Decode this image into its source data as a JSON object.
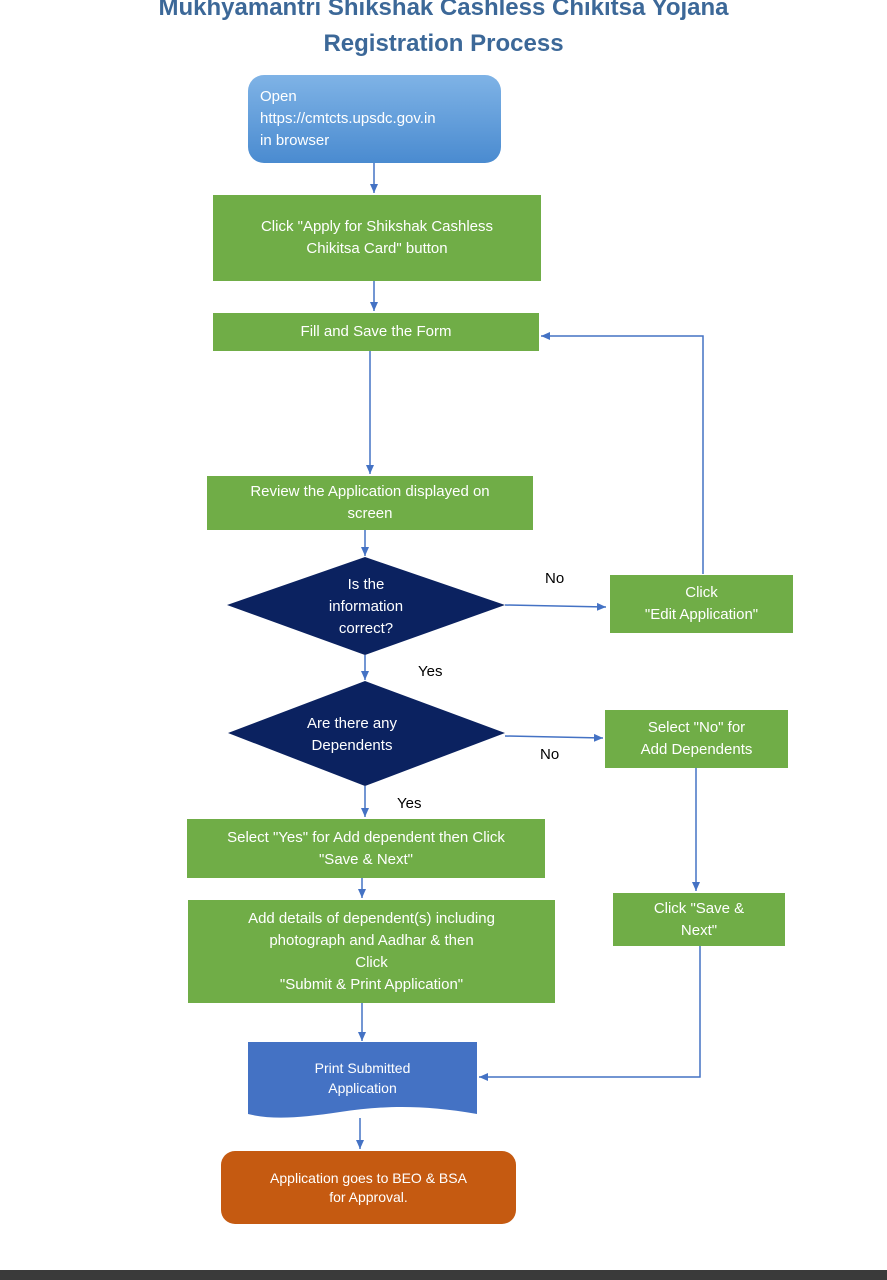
{
  "title": {
    "line1": "Mukhyamantri Shikshak Cashless Chikitsa Yojana",
    "line2": "Registration Process"
  },
  "nodes": {
    "open": "Open\nhttps://cmtcts.upsdc.gov.in\nin browser",
    "apply": "Click \"Apply for Shikshak Cashless\nChikitsa  Card\" button",
    "fill": "Fill and Save the Form",
    "review": "Review the Application displayed on\nscreen",
    "decision_info": "Is the\ninformation\ncorrect?",
    "edit": "Click\n\"Edit Application\"",
    "decision_dependents": "Are there any\nDependents",
    "select_no": "Select \"No\" for\nAdd Dependents",
    "select_yes": "Select \"Yes\" for Add dependent then Click\n\"Save & Next\"",
    "add_details": "Add details of dependent(s) including\nphotograph and Aadhar & then\nClick\n\"Submit & Print Application\"",
    "save_next": "Click \"Save &\nNext\"",
    "print": "Print Submitted\nApplication",
    "approval": "Application goes to BEO & BSA\nfor Approval."
  },
  "edge_labels": {
    "info_no": "No",
    "info_yes": "Yes",
    "dep_no": "No",
    "dep_yes": "Yes"
  },
  "colors": {
    "title": "#3c6898",
    "process_green": "#70ad47",
    "start_blue": "#5b9bd5",
    "decision_navy": "#0b2260",
    "document_blue": "#4472c4",
    "end_orange": "#c55a11",
    "arrow": "#4472c4"
  }
}
